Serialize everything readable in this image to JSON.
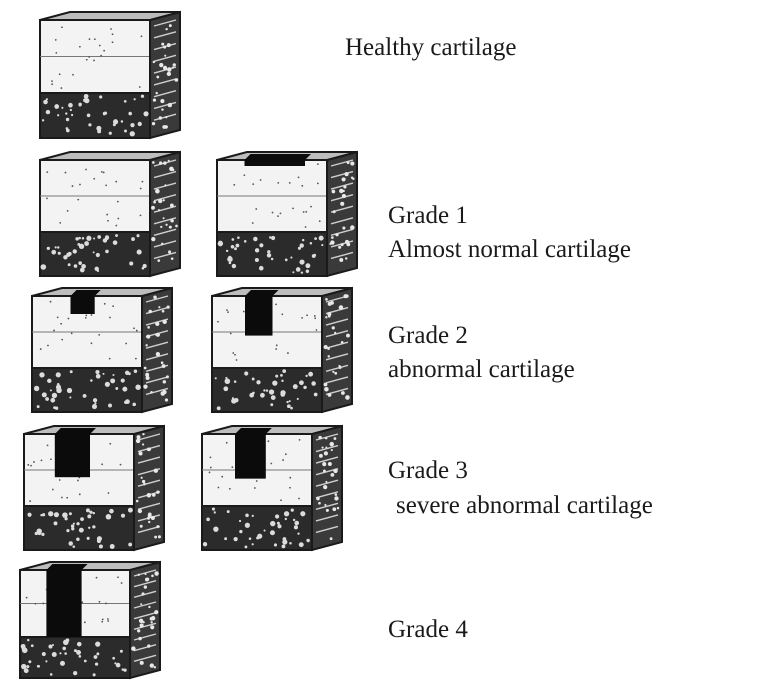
{
  "grades": [
    {
      "id": "healthy",
      "title": "Healthy cartilage",
      "subtitle": "",
      "defect_depth": 0,
      "samples": 1
    },
    {
      "id": "grade1",
      "title": "Grade 1",
      "subtitle": "Almost normal cartilage",
      "defect_depth": 0.05,
      "samples": 2
    },
    {
      "id": "grade2",
      "title": "Grade 2",
      "subtitle": "abnormal cartilage",
      "defect_depth": 0.3,
      "samples": 2
    },
    {
      "id": "grade3",
      "title": "Grade 3",
      "subtitle": "severe abnormal cartilage",
      "defect_depth": 0.6,
      "samples": 2
    },
    {
      "id": "grade4",
      "title": "Grade 4",
      "subtitle": "",
      "defect_depth": 1.0,
      "samples": 1
    }
  ],
  "colors": {
    "ink": "#1a1a1a",
    "cartilage": "#f3f3f3",
    "bone": "#2b2b2b",
    "background": "#ffffff"
  }
}
